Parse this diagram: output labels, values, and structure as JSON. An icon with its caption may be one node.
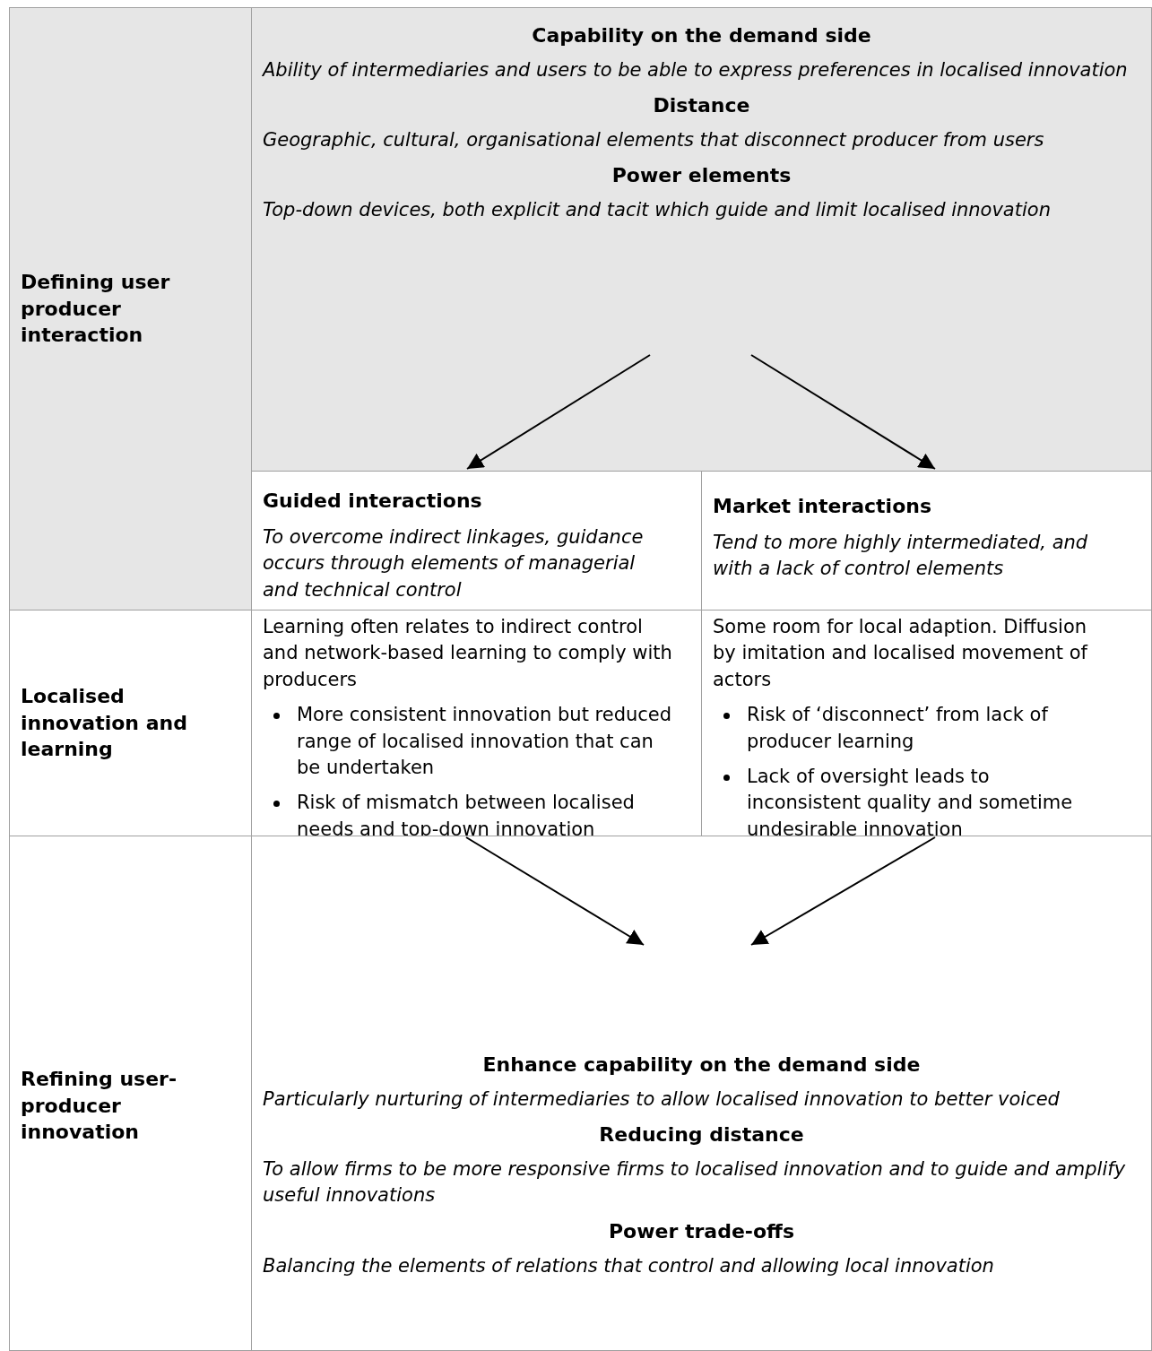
{
  "diagram": {
    "nodes": [
      {
        "text": [
          "Defining user producer interaction"
        ]
      },
      {
        "text": [
          "Capability on the demand side",
          "Ability of intermediaries and users to be able to express preferences in localised innovation",
          "Distance",
          "Geographic, cultural, organisational elements that disconnect producer from users",
          "Power elements",
          "Top-down devices, both explicit and tacit which guide and limit localised innovation"
        ]
      },
      {
        "text": [
          "Guided interactions",
          "To overcome indirect linkages, guidance occurs through elements of managerial and technical control"
        ]
      },
      {
        "text": [
          "Market interactions",
          "Tend to more highly intermediated, and with a lack of control elements"
        ]
      },
      {
        "text": [
          "Localised innovation and learning"
        ]
      },
      {
        "text": [
          "Learning often relates to indirect control and network-based learning to comply with producers",
          "More consistent innovation but reduced range of localised innovation that can be undertaken",
          "Risk of mismatch between localised needs and top-down innovation"
        ]
      },
      {
        "text": [
          "Some room for local adaption. Diffusion by imitation and localised movement of actors",
          "Risk of ‘disconnect’ from lack of producer learning",
          "Lack of oversight leads to inconsistent quality and sometime undesirable innovation"
        ]
      },
      {
        "text": [
          "Refining user-producer innovation"
        ]
      },
      {
        "text": [
          "Enhance capability on the demand side",
          "Particularly nurturing of intermediaries to allow localised innovation to better voiced",
          "Reducing distance",
          "To allow firms to be more responsive firms to localised innovation and to guide and amplify useful innovations",
          "Power trade-offs",
          "Balancing the elements of relations that control and allowing local innovation"
        ]
      }
    ],
    "edges": [
      {
        "from": 1,
        "to": 2,
        "arrow": "to"
      },
      {
        "from": 1,
        "to": 3,
        "arrow": "to"
      },
      {
        "from": 5,
        "to": 8,
        "arrow": "to"
      },
      {
        "from": 6,
        "to": 8,
        "arrow": "to"
      }
    ]
  }
}
